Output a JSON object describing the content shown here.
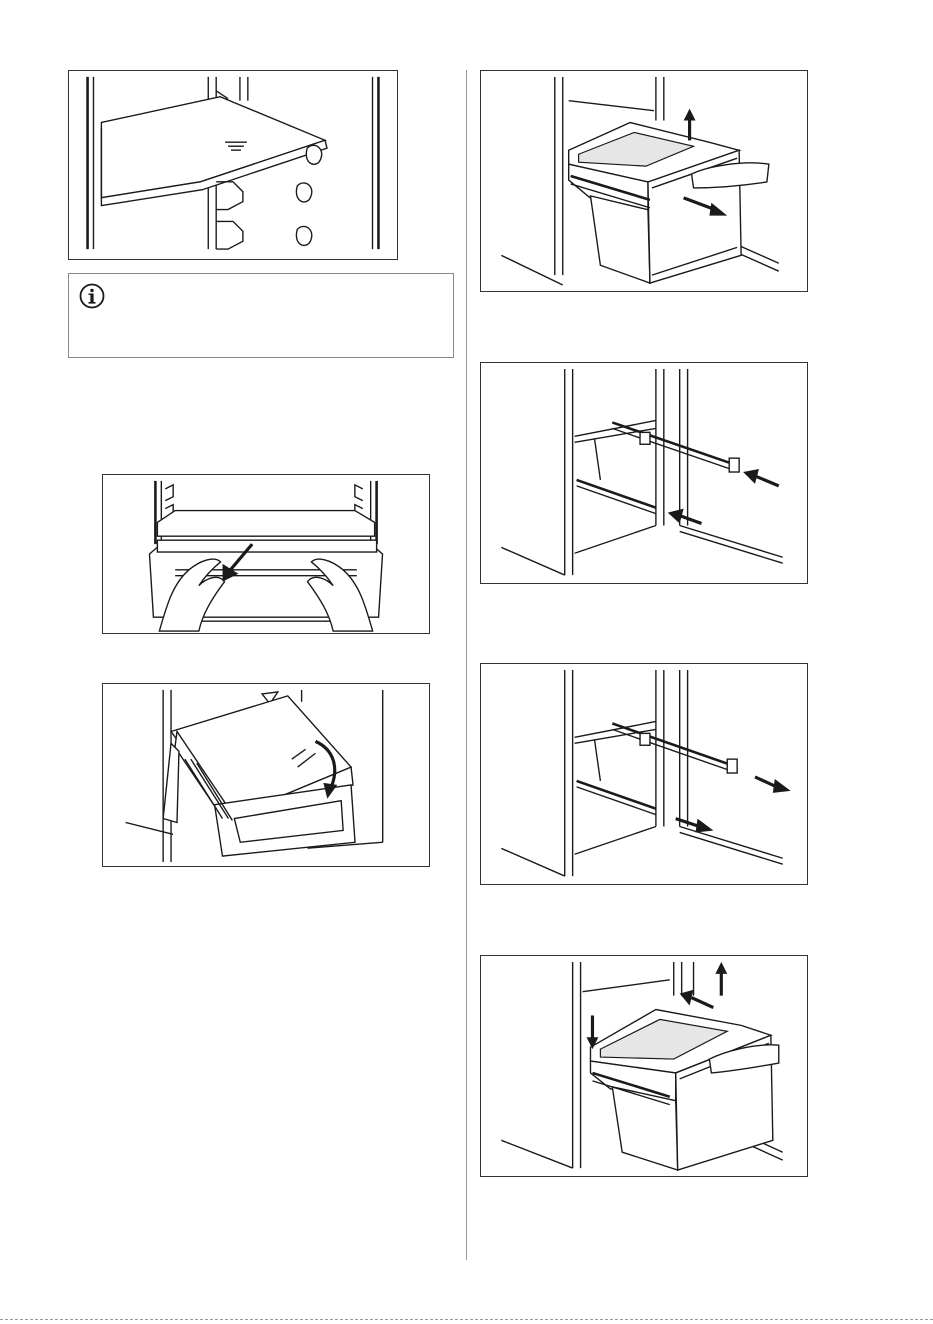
{
  "info_note": {
    "icon": "info-icon",
    "text": ""
  },
  "figures": [
    {
      "name": "shelf-install-illustration",
      "icon": "shelf-guide-icon"
    },
    {
      "name": "drawer-lift-out-illustration",
      "icon": "arrow-up-icon"
    },
    {
      "name": "rails-push-in-illustration",
      "icon": "arrow-left-icon"
    },
    {
      "name": "crisper-pull-out-illustration",
      "icon": "arrow-down-icon"
    },
    {
      "name": "rails-pull-out-illustration",
      "icon": "arrow-right-icon"
    },
    {
      "name": "crisper-tilt-remove-illustration",
      "icon": "curved-arrow-icon"
    },
    {
      "name": "drawer-reinsert-illustration",
      "icon": "arrow-up-icon"
    }
  ],
  "colors": {
    "line": "#1a1a1a",
    "border": "#333333",
    "divider": "#9a9a9a"
  }
}
